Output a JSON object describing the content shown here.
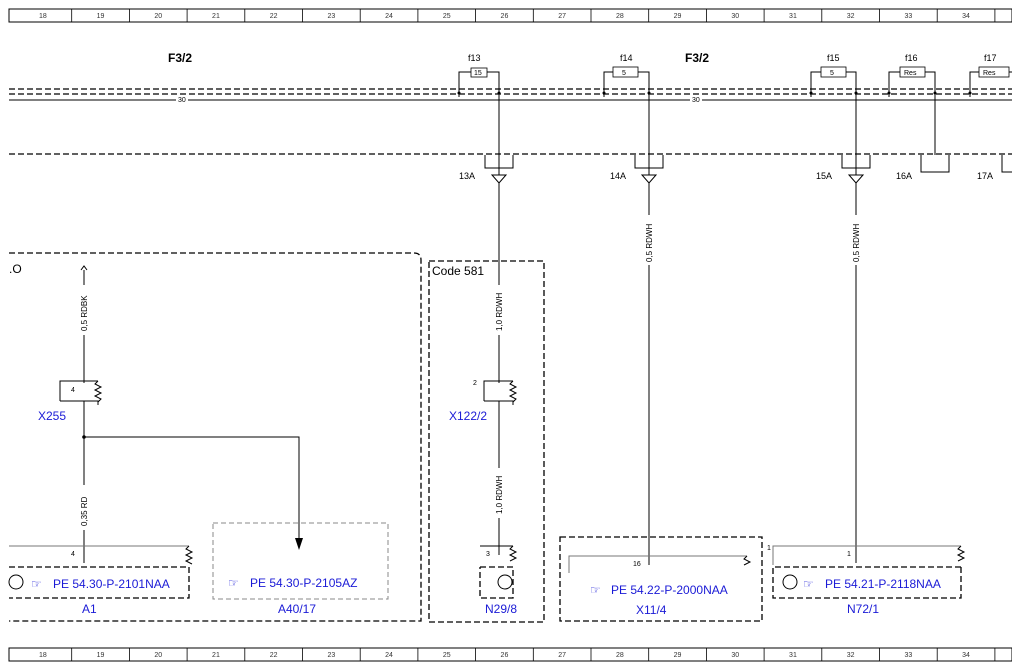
{
  "ruler_numbers": [
    "18",
    "19",
    "20",
    "21",
    "22",
    "23",
    "24",
    "25",
    "26",
    "27",
    "28",
    "29",
    "30",
    "31",
    "32",
    "33",
    "34"
  ],
  "bus_labels": {
    "left": "F3/2",
    "mid": "F3/2",
    "line30_a": "30",
    "line30_b": "30"
  },
  "fuses": [
    {
      "name": "f13",
      "value": "15"
    },
    {
      "name": "f14",
      "value": "5"
    },
    {
      "name": "f15",
      "value": "5"
    },
    {
      "name": "f16",
      "value": "Res"
    },
    {
      "name": "f17",
      "value": "Res"
    }
  ],
  "terminals": [
    "13A",
    "14A",
    "15A",
    "16A",
    "17A"
  ],
  "wires": {
    "w1": "0,5 RDBK",
    "w2": "0,35 RD",
    "w3": "1,0 RDWH",
    "w4": "1,0 RDWH",
    "w5": "0,5 RDWH",
    "w6": "0,5 RDWH"
  },
  "code_box": {
    "label": "Code 581"
  },
  "left_box": {
    "label": ".O"
  },
  "connectors": {
    "x255": {
      "name": "X255",
      "pin": "4"
    },
    "x122": {
      "name": "X122/2",
      "pin": "2"
    }
  },
  "pins": {
    "a1": "4",
    "n29": "3",
    "x11": "16",
    "n72_top": "1",
    "n72": "1"
  },
  "components": [
    {
      "id": "A1",
      "ref": "PE 54.30-P-2101NAA"
    },
    {
      "id": "A40/17",
      "ref": "PE 54.30-P-2105AZ"
    },
    {
      "id": "N29/8",
      "ref": ""
    },
    {
      "id": "X11/4",
      "ref": "PE 54.22-P-2000NAA"
    },
    {
      "id": "N72/1",
      "ref": "PE 54.21-P-2118NAA"
    }
  ],
  "icons": {
    "ref": "pointing-hand-icon",
    "transistor": "transistor-icon"
  }
}
